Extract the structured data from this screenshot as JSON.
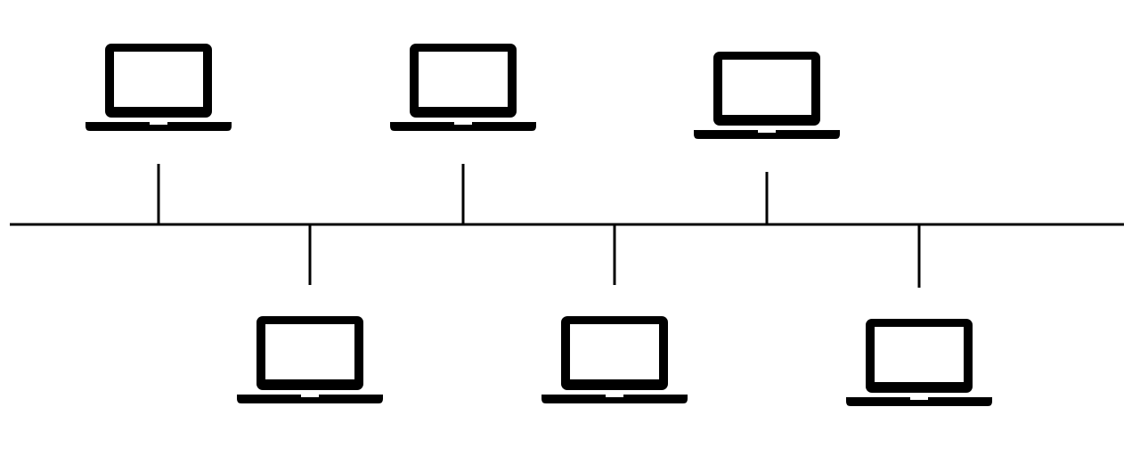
{
  "diagram": {
    "kind": "bus-topology",
    "line_color": "#000000",
    "background_color": "#ffffff",
    "backbone": {
      "name": "bus-backbone"
    },
    "nodes": [
      {
        "id": "laptop-1",
        "icon": "laptop-icon",
        "side": "top"
      },
      {
        "id": "laptop-2",
        "icon": "laptop-icon",
        "side": "bottom"
      },
      {
        "id": "laptop-3",
        "icon": "laptop-icon",
        "side": "top"
      },
      {
        "id": "laptop-4",
        "icon": "laptop-icon",
        "side": "bottom"
      },
      {
        "id": "laptop-5",
        "icon": "laptop-icon",
        "side": "top"
      },
      {
        "id": "laptop-6",
        "icon": "laptop-icon",
        "side": "bottom"
      }
    ]
  }
}
